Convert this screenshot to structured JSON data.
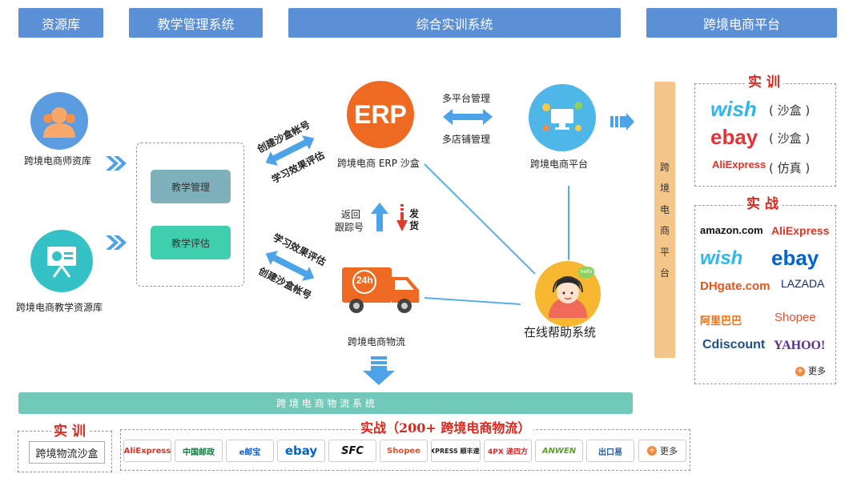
{
  "headers": {
    "resource_lib": "资源库",
    "teaching_mgmt": "教学管理系统",
    "training_system": "综合实训系统",
    "ecommerce_platform": "跨境电商平台"
  },
  "left": {
    "teacher_lib": "跨境电商师资库",
    "teaching_res_lib": "跨境电商教学资源库"
  },
  "teaching_box": {
    "mgmt_btn": "教学管理",
    "eval_btn": "教学评估"
  },
  "arrows": {
    "create_account_top": "创建沙盒帐号",
    "learn_eval_top": "学习效果评估",
    "learn_eval_bottom": "学习效果评估",
    "create_account_bottom": "创建沙盒帐号",
    "multi_platform": "多平台管理",
    "multi_store": "多店铺管理",
    "return_tracking_line1": "返回",
    "return_tracking_line2": "跟踪号",
    "ship_line1": "发",
    "ship_line2": "货"
  },
  "nodes": {
    "erp_logo": "ERP",
    "erp_label": "跨境电商 ERP 沙盒",
    "platform_screen": "平台沙盒",
    "platform_label": "跨境电商平台",
    "truck_badge": "24h",
    "logistics_label": "跨境电商物流",
    "help_bubble": "hello",
    "help_label": "在线帮助系统"
  },
  "vertical_bar": [
    "跨",
    "境",
    "电",
    "商",
    "平",
    "台"
  ],
  "practice_training": {
    "title": "实 训",
    "items": [
      {
        "logo": "wish",
        "tag": "( 沙盒 )",
        "color": "#2fb7ec"
      },
      {
        "logo": "ebay",
        "tag": "( 沙盒 )",
        "color": "#e53238"
      },
      {
        "logo": "AliExpress",
        "tag": "( 仿真 )",
        "color": "#e43225"
      }
    ]
  },
  "practice_real": {
    "title": "实   战",
    "logos": [
      "amazon.com",
      "AliExpress",
      "wish",
      "ebay",
      "DHgate.com",
      "LAZADA",
      "阿里巴巴",
      "Shopee",
      "Cdiscount",
      "YAHOO!"
    ],
    "more": "更多"
  },
  "logistics_bar": "跨 境 电 商 物 流 系 统",
  "bottom": {
    "training_title": "实 训",
    "sandbox_btn": "跨境物流沙盒",
    "real_title": "实战（200+ 跨境电商物流）",
    "carriers": [
      "AliExpress",
      "中国邮政",
      "e邮宝",
      "ebay",
      "SFC",
      "Shopee",
      "EXPRESS 顺丰速运",
      "4PX 递四方",
      "ANWEN",
      "出口易"
    ],
    "more": "更多"
  }
}
